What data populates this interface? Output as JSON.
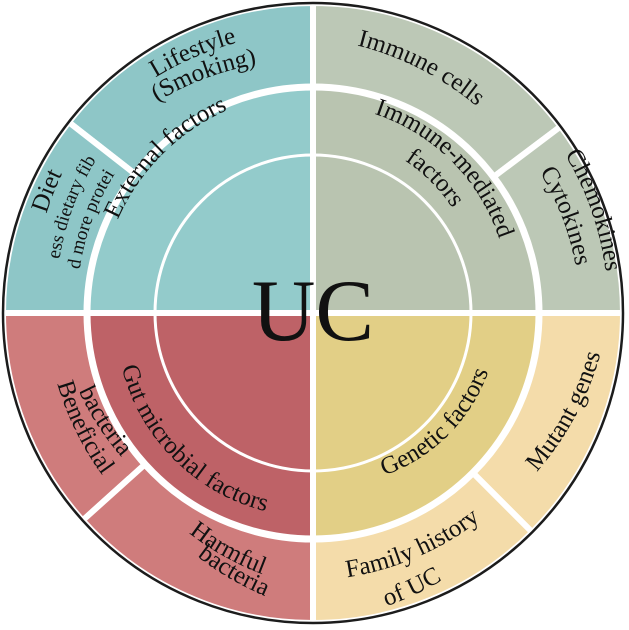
{
  "center_label": "UC",
  "colors": {
    "external_inner": "#93cbcb",
    "external_outer": "#8ec6c7",
    "immune_inner": "#b9c4b0",
    "immune_outer": "#bcc8b6",
    "gut_inner": "#be6267",
    "gut_outer": "#cf7c7c",
    "genetic_inner": "#e2cf86",
    "genetic_outer": "#f4dcaa",
    "ring": "#1c1c1c",
    "gap": "#ffffff"
  },
  "middle_ring": {
    "external": "External factors",
    "immune_line1": "Immune-mediated",
    "immune_line2": "factors",
    "gut": "Gut microbial factors",
    "genetic": "Genetic factors"
  },
  "outer_ring": {
    "lifestyle_line1": "Lifestyle",
    "lifestyle_line2": "(Smoking)",
    "diet_line1": "Diet",
    "diet_line2": "(Less dietary fiber",
    "diet_line3": "and more protein)",
    "immune_cells": "Immune cells",
    "chemokines": "Chemokines",
    "cytokines": "Cytokines",
    "beneficial_line1": "Beneficial",
    "beneficial_line2": "bacteria",
    "harmful_line1": "Harmful",
    "harmful_line2": "bacteria",
    "mutant_genes": "Mutant genes",
    "family_line1": "Family history",
    "family_line2": "of UC"
  }
}
